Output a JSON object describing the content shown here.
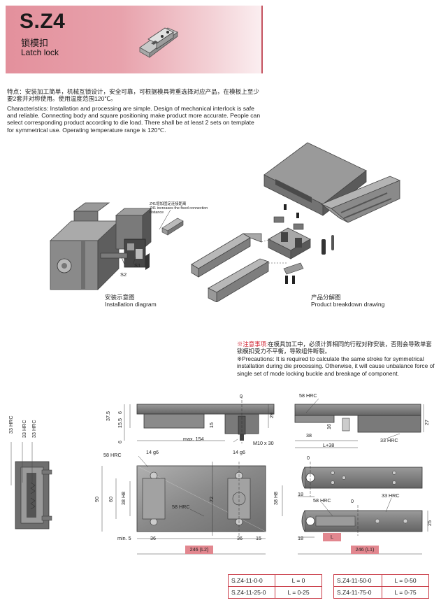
{
  "header": {
    "code": "S.Z4",
    "name_cn": "锁模扣",
    "name_en": "Latch lock"
  },
  "features_cn": "特点：安装加工简单，机械互锁设计，安全可靠，可根据模具荷重选择对应产品，在模板上至少要2套并对称使用。使用温度范围120℃。",
  "characteristics_en": "Characteristics: Installation and processing are simple. Design of mechanical interlock is safe and reliable. Connecting body and square positioning make product more accurate. People can select corresponding product according to die load. There shall be at least 2 sets on template for symmetrical use. Operating temperature range is 120℃.",
  "diagram_notes": {
    "z41_cn": "Z41增加固定连接距离",
    "z41_en": "Z41 increases the fixed connection distance",
    "s1": "S1",
    "s2": "S2"
  },
  "captions": {
    "install_cn": "安装示意图",
    "install_en": "Installation diagram",
    "breakdown_cn": "产品分解图",
    "breakdown_en": "Product breakdown drawing"
  },
  "precautions": {
    "cn_label": "※注意事项:",
    "cn_text": "在模具加工中，必须计算相同的行程对称安装，否则会导致单套锁模扣受力不平衡，导致组件断裂。",
    "en_text": "※Precautions: It is required to calculate the same stroke for symmetrical installation during die processing. Otherwise, it will cause unbalance force of single set of mode locking buckle and breakage of component."
  },
  "dimensions": {
    "hrc33": "33 HRC",
    "hrc58": "58 HRC",
    "d0": "0",
    "d37_5": "37.5",
    "d6": "6",
    "d15_5": "15.5",
    "d15": "15",
    "d29": "29",
    "max154": "max. 154",
    "m10x30": "M10 x 30",
    "d16": "16",
    "d27": "27",
    "d38": "38",
    "l38": "L+38",
    "d14g6": "14 g6",
    "d90": "90",
    "d60": "60",
    "d38h8": "38 H8",
    "d72": "72",
    "min5": "min. 5",
    "d36": "36",
    "d246l2": "246 (L2)",
    "d18": "18",
    "d25": "25",
    "lbox": "L",
    "d246l1": "246 (L1)"
  },
  "spec_table": [
    {
      "model": "S.Z4-11-0-0",
      "value": "L = 0"
    },
    {
      "model": "S.Z4-11-50-0",
      "value": "L = 0-50"
    },
    {
      "model": "S.Z4-11-25-0",
      "value": "L = 0-25"
    },
    {
      "model": "S.Z4-11-75-0",
      "value": "L = 0-75"
    }
  ]
}
